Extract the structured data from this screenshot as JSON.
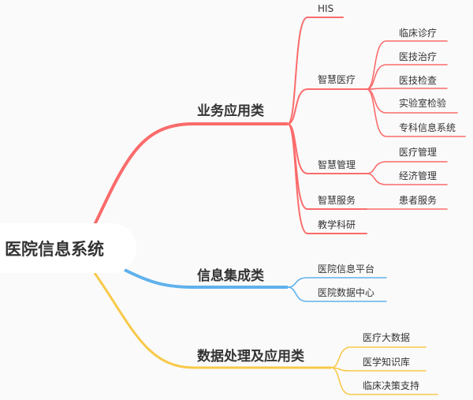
{
  "colors": {
    "red": "#fb6b6b",
    "blue": "#5fb1ec",
    "yellow": "#f8c949"
  },
  "root": "医院信息系统",
  "branches": [
    {
      "label": "业务应用类",
      "children": [
        {
          "label": "HIS",
          "children": []
        },
        {
          "label": "智慧医疗",
          "children": [
            "临床诊疗",
            "医技治疗",
            "医技检查",
            "实验室检验",
            "专科信息系统"
          ]
        },
        {
          "label": "智慧管理",
          "children": [
            "医疗管理",
            "经济管理"
          ]
        },
        {
          "label": "智慧服务",
          "children": [
            "患者服务"
          ]
        },
        {
          "label": "教学科研",
          "children": []
        }
      ]
    },
    {
      "label": "信息集成类",
      "children": [
        {
          "label": "医院信息平台",
          "children": []
        },
        {
          "label": "医院数据中心",
          "children": []
        }
      ]
    },
    {
      "label": "数据处理及应用类",
      "children": [
        {
          "label": "医疗大数据",
          "children": []
        },
        {
          "label": "医学知识库",
          "children": []
        },
        {
          "label": "临床决策支持",
          "children": []
        }
      ]
    }
  ]
}
